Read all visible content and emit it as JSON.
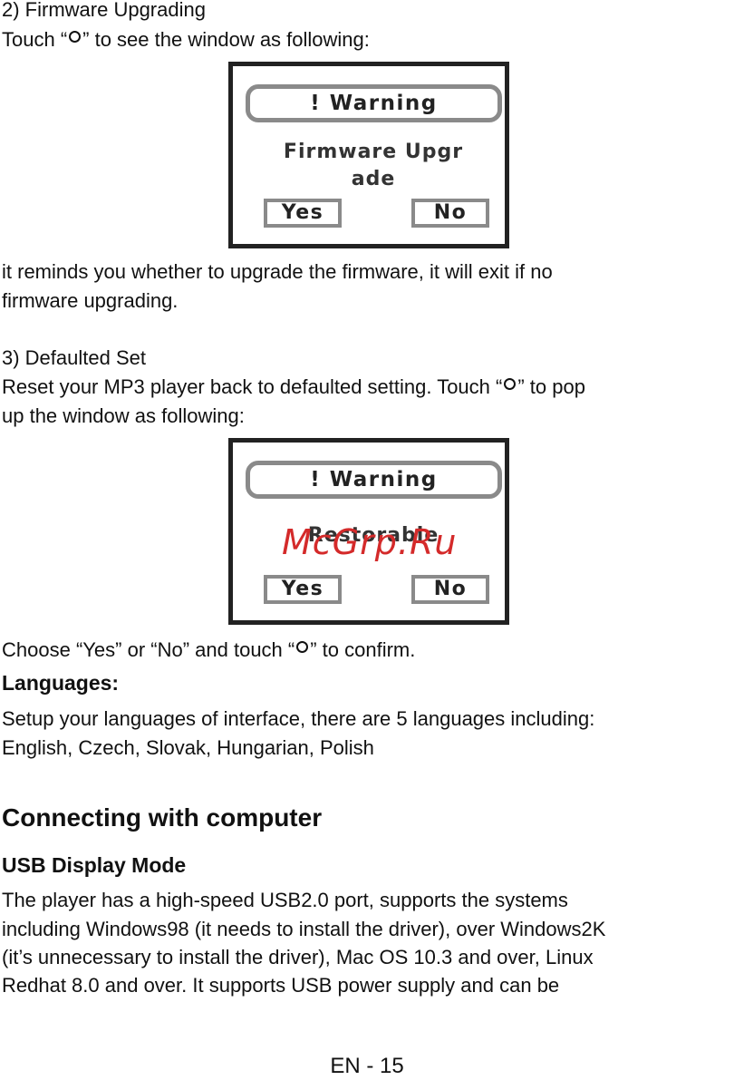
{
  "section_firmware": {
    "heading": "2) Firmware Upgrading",
    "touch_pre": "Touch “",
    "touch_post": "” to see the window as following:",
    "desc1": "it reminds you whether to upgrade the firmware, it will exit if no",
    "desc2": "firmware upgrading."
  },
  "dialog_firmware": {
    "title": "! Warning",
    "message_line1": "Firmware Upgr",
    "message_line2": "ade",
    "yes": "Yes",
    "no": "No"
  },
  "section_default": {
    "heading": "3) Defaulted Set",
    "line1_pre": "Reset your MP3 player back to defaulted setting. Touch “",
    "line1_post": "” to pop",
    "line2": "up the window as following:"
  },
  "dialog_default": {
    "title": "! Warning",
    "message": "Restorable",
    "yes": "Yes",
    "no": "No"
  },
  "choose": {
    "pre": "Choose “Yes” or “No” and touch “",
    "post": "” to confirm."
  },
  "languages": {
    "heading": "Languages:",
    "line1": "Setup your languages of interface, there are 5 languages including:",
    "line2": "English, Czech, Slovak, Hungarian, Polish"
  },
  "connecting": {
    "heading": "Connecting with computer",
    "sub_heading": "USB Display Mode",
    "lines": [
      "The player has a high-speed USB2.0 port, supports the systems",
      "including Windows98 (it needs to install the driver), over Windows2K",
      "(it’s unnecessary to install the driver), Mac OS 10.3 and over, Linux",
      "Redhat 8.0 and over. It supports USB power supply and can be"
    ]
  },
  "watermark": "McGrp.Ru",
  "footer": "EN - 15",
  "icons": {
    "touch": "ring-icon"
  }
}
